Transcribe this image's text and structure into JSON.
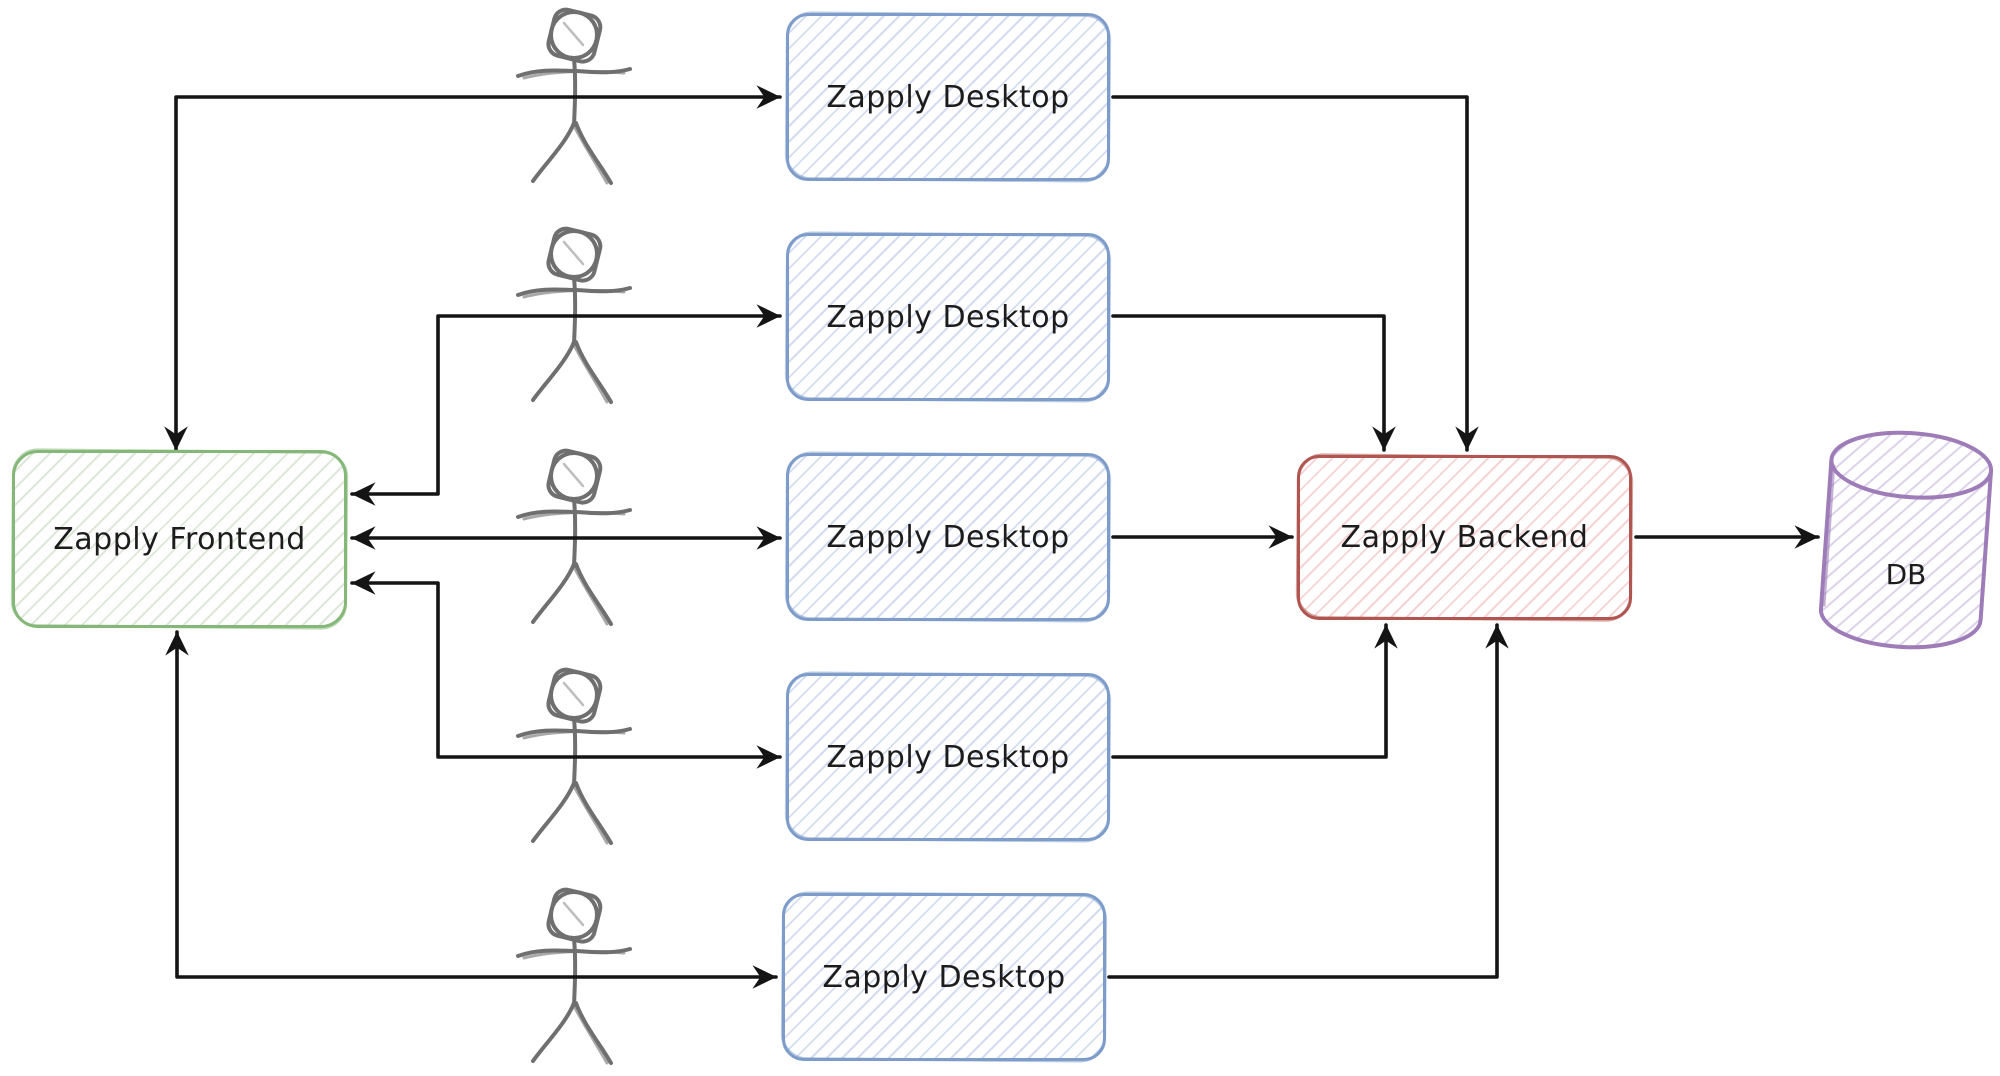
{
  "diagram": {
    "background": "#ffffff",
    "arrow_color": "#141414",
    "actor_color": "#6f6f6f",
    "text_color": "#1c1c1c",
    "nodes": {
      "frontend": {
        "label": "Zapply Frontend",
        "stroke": "#85b878",
        "hatch": "#dde7da"
      },
      "desktops": [
        {
          "label": "Zapply Desktop"
        },
        {
          "label": "Zapply Desktop"
        },
        {
          "label": "Zapply Desktop"
        },
        {
          "label": "Zapply Desktop"
        },
        {
          "label": "Zapply Desktop"
        }
      ],
      "desktop_stroke": "#7e9cca",
      "desktop_hatch": "#d3dcf0",
      "backend": {
        "label": "Zapply Backend",
        "stroke": "#b15551",
        "hatch": "#f6d3d4"
      },
      "db": {
        "label": "DB",
        "stroke": "#9d7cb8",
        "hatch": "#ddd2ea"
      }
    },
    "actors_count": 5
  }
}
